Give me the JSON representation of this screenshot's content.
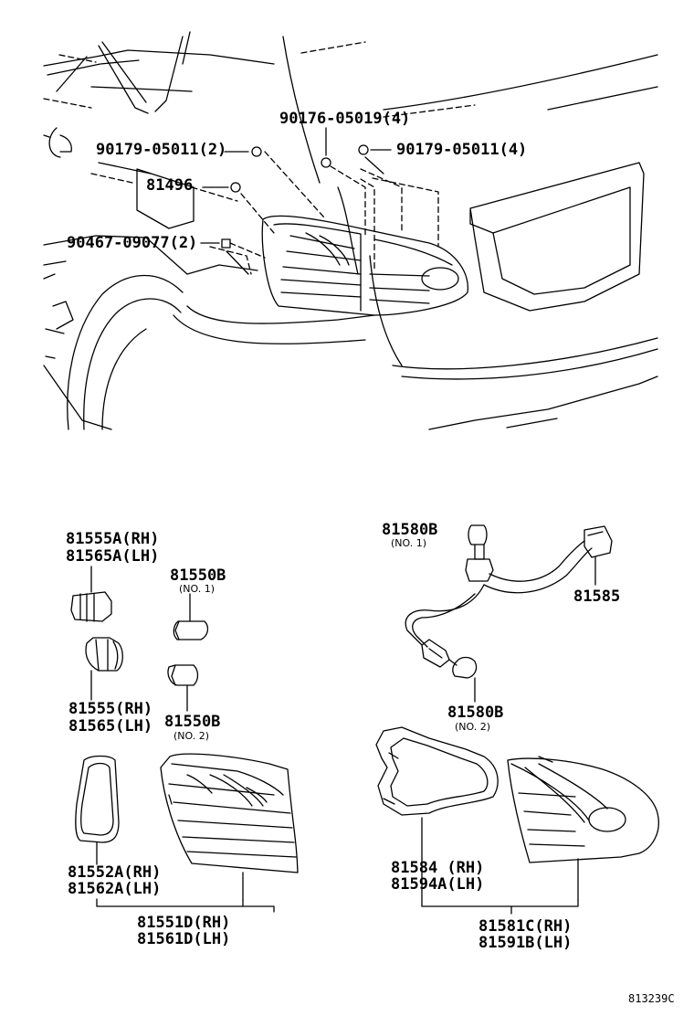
{
  "labels": {
    "clip_90176": "90176-05019(4)",
    "clip_90179_left": "90179-05011(2)",
    "clip_90179_right": "90179-05011(4)",
    "cushion_81496": "81496",
    "clip_90467": "90467-09077(2)",
    "socket_a_rh": "81555A(RH)",
    "socket_a_lh": "81565A(LH)",
    "bulb_81550b_top": "81550B",
    "bulb_81550b_top_no": "(NO. 1)",
    "socket_rh": "81555(RH)",
    "socket_lh": "81565(LH)",
    "bulb_81550b_bottom": "81550B",
    "bulb_81550b_bottom_no": "(NO. 2)",
    "gasket_rh": "81552A(RH)",
    "gasket_lh": "81562A(LH)",
    "lamp_outer_rh": "81551D(RH)",
    "lamp_outer_lh": "81561D(LH)",
    "bulb_81580b_top": "81580B",
    "bulb_81580b_top_no": "(NO. 1)",
    "wire_81585": "81585",
    "bulb_81580b_bottom": "81580B",
    "bulb_81580b_bottom_no": "(NO. 2)",
    "gasket2_rh": "81584 (RH)",
    "gasket2_lh": "81594A(LH)",
    "lamp_inner_rh": "81581C(RH)",
    "lamp_inner_lh": "81591B(LH)",
    "figure_code": "813239C"
  }
}
